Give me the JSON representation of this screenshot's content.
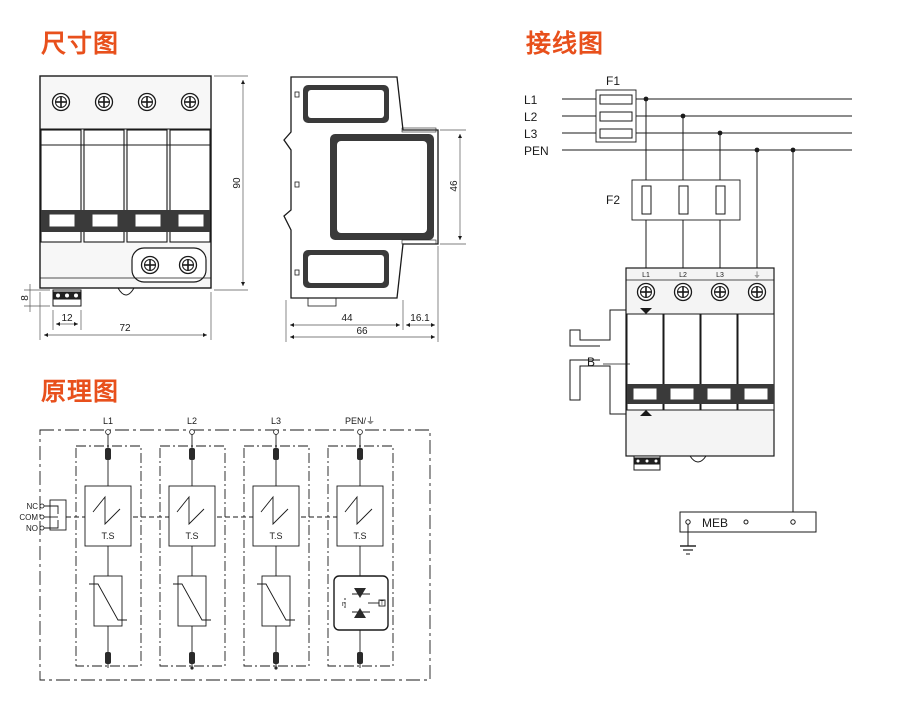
{
  "colors": {
    "title": "#e8501c",
    "line": "#1a1a1a",
    "module": "#3a3a3a",
    "bg_gray": "#7a7a7a"
  },
  "sections": {
    "dimensions_title": "尺寸图",
    "wiring_title": "接线图",
    "schematic_title": "原理图"
  },
  "dimensions": {
    "height_total": "90",
    "width_total": "72",
    "width_block": "12",
    "height_small": "8",
    "side_depth_part": "44",
    "side_depth_total": "66",
    "side_rear": "16.1",
    "window_height": "46"
  },
  "wiring": {
    "lines": [
      "L1",
      "L2",
      "L3",
      "PEN"
    ],
    "fuse1": "F1",
    "fuse2": "F2",
    "terminal_labels": [
      "L1",
      "L2",
      "L3",
      "⏚"
    ],
    "rail": "B",
    "meb": "MEB"
  },
  "schematic": {
    "phases": [
      "L1",
      "L2",
      "L3",
      "PEN/⏚"
    ],
    "thermal": "T.S",
    "contacts": [
      "NC",
      "COM",
      "NO"
    ],
    "gap_n": "n",
    "gap_t": "T"
  }
}
